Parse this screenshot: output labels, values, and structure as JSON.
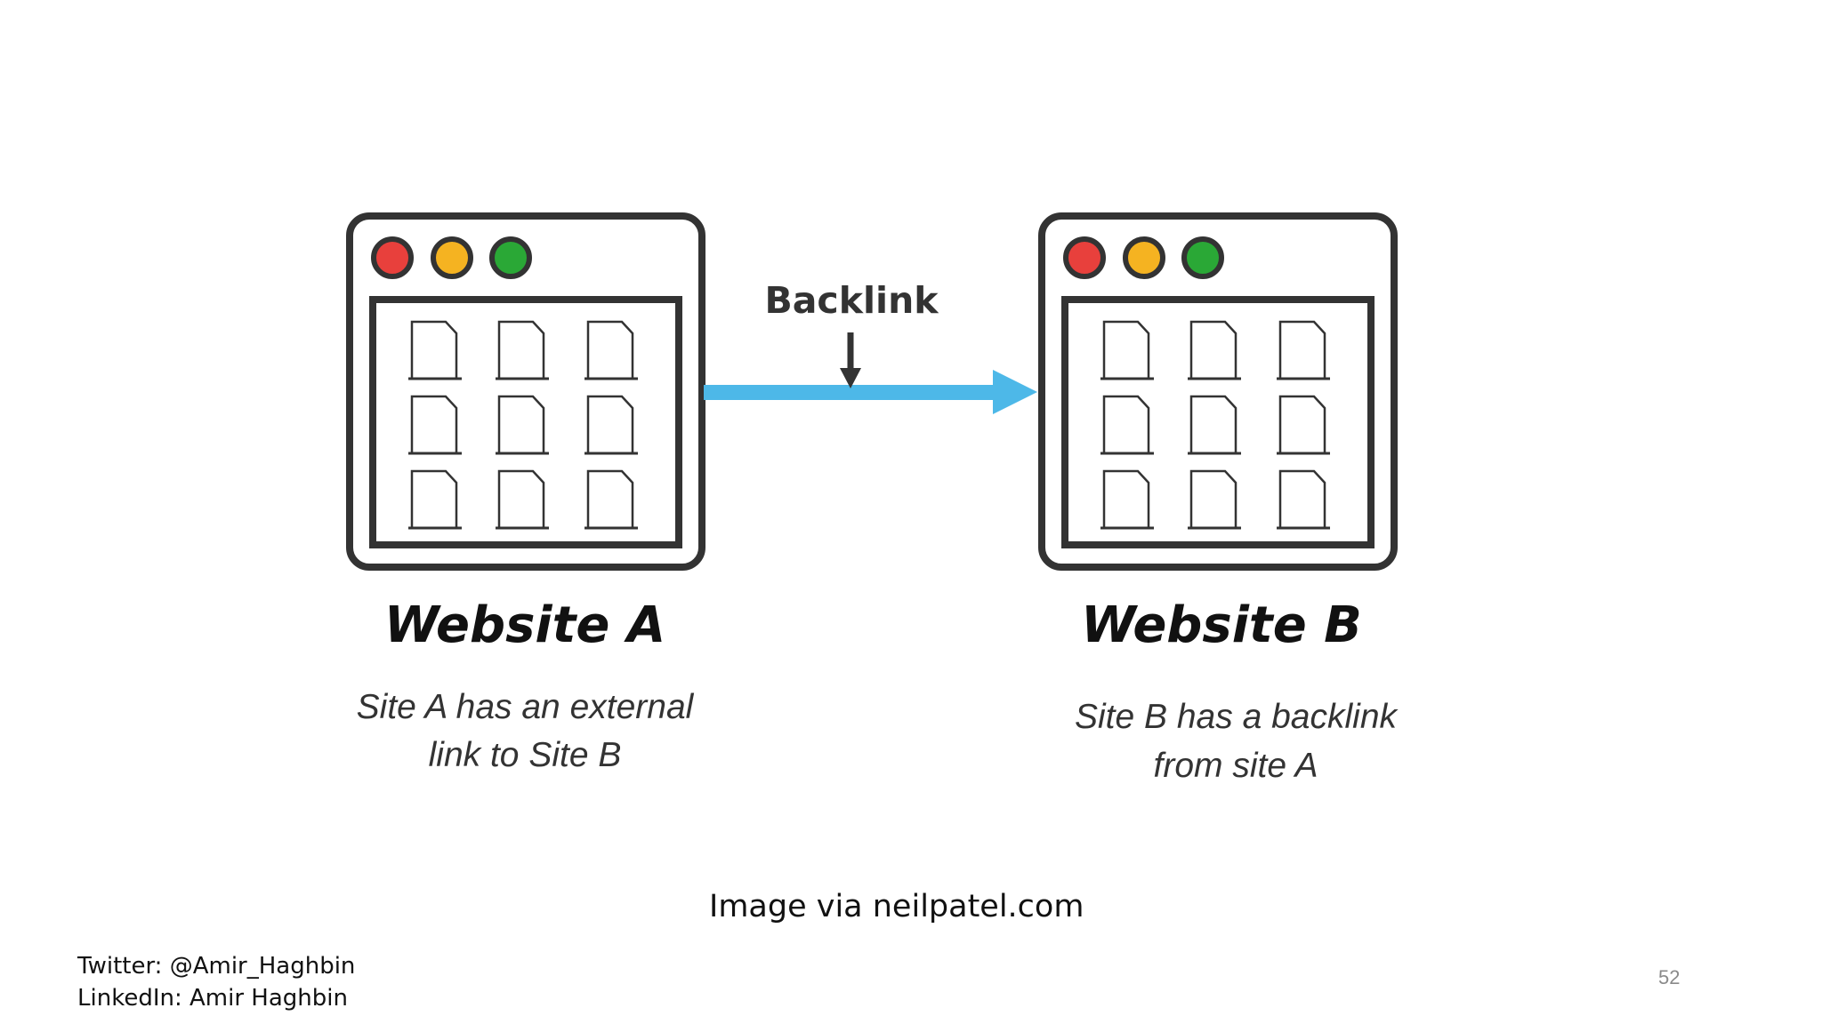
{
  "diagram": {
    "arrow_label": "Backlink",
    "arrow_color": "#4db8e8",
    "window_dot_colors": [
      "#e8403c",
      "#f5b321",
      "#2aa836"
    ],
    "outline_color": "#333333",
    "sites": [
      {
        "title": "Website A",
        "description_line1": "Site A has an external",
        "description_line2": "link to Site B"
      },
      {
        "title": "Website B",
        "description_line1": "Site B has a backlink",
        "description_line2": "from site A"
      }
    ]
  },
  "footer": {
    "credit": "Image via neilpatel.com",
    "twitter": "Twitter: @Amir_Haghbin",
    "linkedin": "LinkedIn: Amir Haghbin",
    "page_number": "52"
  }
}
